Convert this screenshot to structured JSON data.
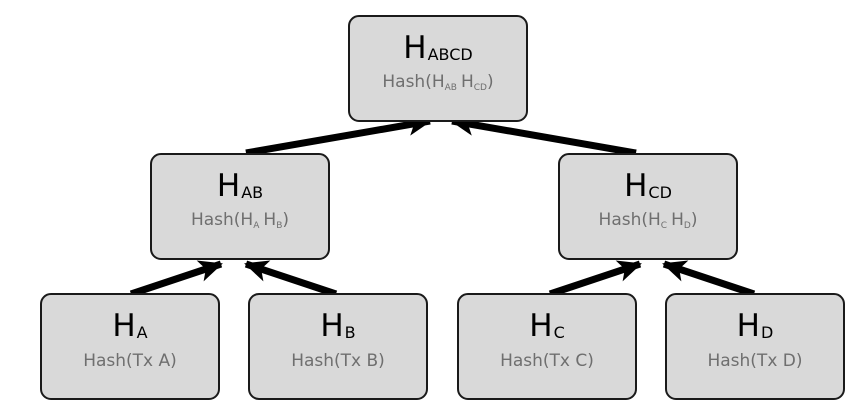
{
  "colors": {
    "node_fill": "#d9d9d9",
    "node_border": "#1a1a1a",
    "label_text": "#000000",
    "formula_text": "#6f6f6f",
    "arrow": "#000000"
  },
  "nodes": {
    "root": {
      "label": "H",
      "label_sub": "ABCD",
      "formula_prefix": "Hash(H",
      "formula_sub1": "AB",
      "formula_mid": "H",
      "formula_sub2": "CD",
      "formula_suffix": ")"
    },
    "ab": {
      "label": "H",
      "label_sub": "AB",
      "formula_prefix": "Hash(H",
      "formula_sub1": "A",
      "formula_mid": "H",
      "formula_sub2": "B",
      "formula_suffix": ")"
    },
    "cd": {
      "label": "H",
      "label_sub": "CD",
      "formula_prefix": "Hash(H",
      "formula_sub1": "C",
      "formula_mid": "H",
      "formula_sub2": "D",
      "formula_suffix": ")"
    },
    "a": {
      "label": "H",
      "label_sub": "A",
      "formula": "Hash(Tx A)"
    },
    "b": {
      "label": "H",
      "label_sub": "B",
      "formula": "Hash(Tx B)"
    },
    "c": {
      "label": "H",
      "label_sub": "C",
      "formula": "Hash(Tx C)"
    },
    "d": {
      "label": "H",
      "label_sub": "D",
      "formula": "Hash(Tx D)"
    }
  }
}
